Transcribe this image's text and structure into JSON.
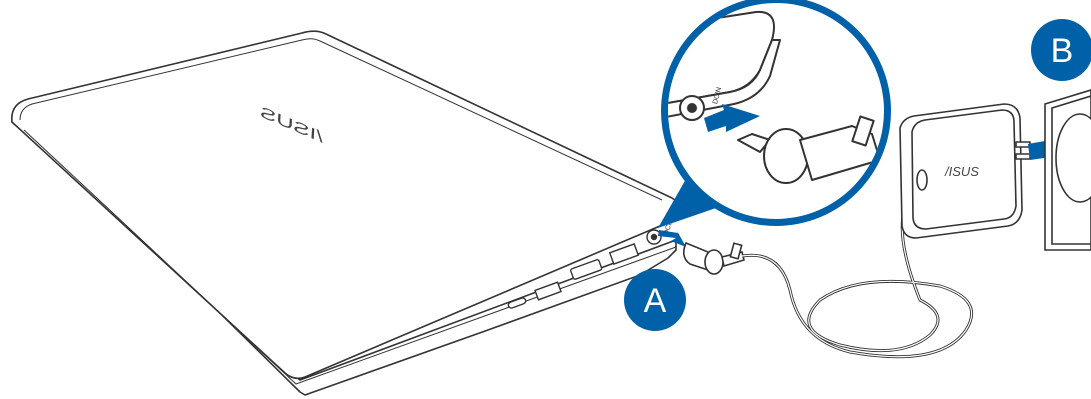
{
  "steps": {
    "a_label": "A",
    "b_label": "B"
  },
  "laptop": {
    "logo_text": "/ISUS"
  },
  "adapter": {
    "logo_text": "/ISUS"
  },
  "port": {
    "label": "DCIN"
  },
  "colors": {
    "accent": "#0061a9",
    "outline": "#333333",
    "panel_fill": "#ffffff"
  },
  "icons": {
    "insert_arrow": "right-arrow-icon"
  }
}
